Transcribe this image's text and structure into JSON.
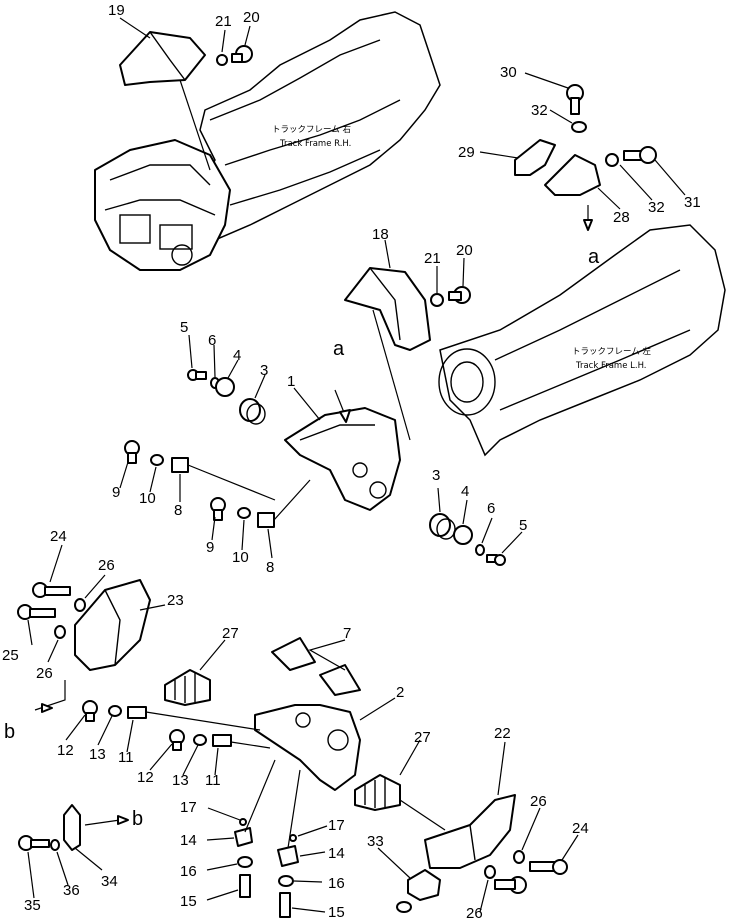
{
  "frame_labels": {
    "rh_jp": "トラックフレーム 右",
    "rh_en": "Track Frame R.H.",
    "lh_jp": "トラックフレーム 左",
    "lh_en": "Track Frame L.H."
  },
  "reference_letters": {
    "a": "a",
    "b": "b"
  },
  "callouts": [
    {
      "id": "c19",
      "text": "19"
    },
    {
      "id": "c21a",
      "text": "21"
    },
    {
      "id": "c20a",
      "text": "20"
    },
    {
      "id": "c30",
      "text": "30"
    },
    {
      "id": "c32a",
      "text": "32"
    },
    {
      "id": "c29",
      "text": "29"
    },
    {
      "id": "c28",
      "text": "28"
    },
    {
      "id": "c32b",
      "text": "32"
    },
    {
      "id": "c31",
      "text": "31"
    },
    {
      "id": "c18",
      "text": "18"
    },
    {
      "id": "c21b",
      "text": "21"
    },
    {
      "id": "c20b",
      "text": "20"
    },
    {
      "id": "c5a",
      "text": "5"
    },
    {
      "id": "c6a",
      "text": "6"
    },
    {
      "id": "c4a",
      "text": "4"
    },
    {
      "id": "c3a",
      "text": "3"
    },
    {
      "id": "c1",
      "text": "1"
    },
    {
      "id": "c9a",
      "text": "9"
    },
    {
      "id": "c10a",
      "text": "10"
    },
    {
      "id": "c8a",
      "text": "8"
    },
    {
      "id": "c9b",
      "text": "9"
    },
    {
      "id": "c10b",
      "text": "10"
    },
    {
      "id": "c8b",
      "text": "8"
    },
    {
      "id": "c3b",
      "text": "3"
    },
    {
      "id": "c4b",
      "text": "4"
    },
    {
      "id": "c6b",
      "text": "6"
    },
    {
      "id": "c5b",
      "text": "5"
    },
    {
      "id": "c24a",
      "text": "24"
    },
    {
      "id": "c26a",
      "text": "26"
    },
    {
      "id": "c23",
      "text": "23"
    },
    {
      "id": "c25",
      "text": "25"
    },
    {
      "id": "c26b",
      "text": "26"
    },
    {
      "id": "c27a",
      "text": "27"
    },
    {
      "id": "c7",
      "text": "7"
    },
    {
      "id": "c2",
      "text": "2"
    },
    {
      "id": "c12a",
      "text": "12"
    },
    {
      "id": "c13a",
      "text": "13"
    },
    {
      "id": "c11a",
      "text": "11"
    },
    {
      "id": "c12b",
      "text": "12"
    },
    {
      "id": "c13b",
      "text": "13"
    },
    {
      "id": "c11b",
      "text": "11"
    },
    {
      "id": "c22",
      "text": "22"
    },
    {
      "id": "c27b",
      "text": "27"
    },
    {
      "id": "c26c",
      "text": "26"
    },
    {
      "id": "c24b",
      "text": "24"
    },
    {
      "id": "c17a",
      "text": "17"
    },
    {
      "id": "c14a",
      "text": "14"
    },
    {
      "id": "c17b",
      "text": "17"
    },
    {
      "id": "c14b",
      "text": "14"
    },
    {
      "id": "c16a",
      "text": "16"
    },
    {
      "id": "c16b",
      "text": "16"
    },
    {
      "id": "c15a",
      "text": "15"
    },
    {
      "id": "c15b",
      "text": "15"
    },
    {
      "id": "c33",
      "text": "33"
    },
    {
      "id": "c26d",
      "text": "26"
    },
    {
      "id": "c35",
      "text": "35"
    },
    {
      "id": "c36",
      "text": "36"
    },
    {
      "id": "c34",
      "text": "34"
    }
  ]
}
